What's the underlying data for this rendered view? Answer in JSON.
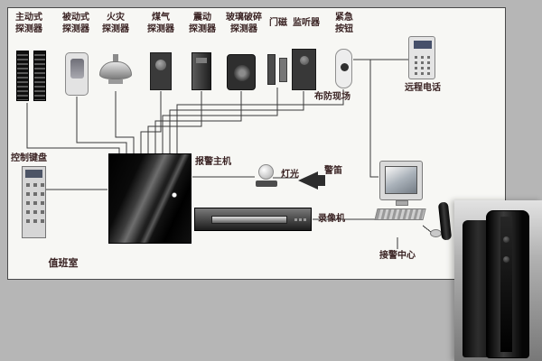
{
  "detectors": [
    {
      "label": "主动式\n探测器",
      "icon": "active-beam-detector-icon"
    },
    {
      "label": "被动式\n探测器",
      "icon": "passive-infrared-detector-icon"
    },
    {
      "label": "火灾\n探测器",
      "icon": "fire-detector-icon"
    },
    {
      "label": "煤气\n探测器",
      "icon": "gas-detector-icon"
    },
    {
      "label": "震动\n探测器",
      "icon": "vibration-detector-icon"
    },
    {
      "label": "玻璃破碎\n探测器",
      "icon": "glass-break-detector-icon"
    },
    {
      "label": "门磁",
      "icon": "door-magnet-icon"
    },
    {
      "label": "监听器",
      "icon": "listener-icon"
    },
    {
      "label": "紧急\n按钮",
      "icon": "emergency-button-icon"
    }
  ],
  "labels": {
    "armed_site": "布防现场",
    "remote_phone": "远程电话",
    "control_keypad": "控制键盘",
    "alarm_host": "报警主机",
    "light": "灯光",
    "siren": "警笛",
    "vcr": "录像机",
    "duty_room": "值班室",
    "alarm_center": "接警中心"
  }
}
